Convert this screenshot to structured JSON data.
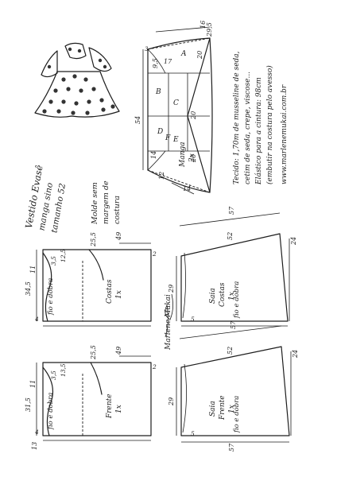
{
  "title": {
    "line1": "Vestido Evasê",
    "line2": "manga sino",
    "line3": "tamanho 52"
  },
  "mold_note": {
    "line1": "Molde sem",
    "line2": "margem de",
    "line3": "costura"
  },
  "materials": {
    "line1": "Tecido: 1,70m de musseline de seda,",
    "line2": "cetim de seda, crepe, viscose...",
    "line3": "Elástico para a cintura: 98cm",
    "line4": "(embutir na costura pelo avesso)",
    "line5": "www.marlenemukai.com.br"
  },
  "sleeve": {
    "name": "Manga",
    "qty": "2x",
    "letters": [
      "A",
      "B",
      "C",
      "D",
      "E",
      "F"
    ],
    "dims": [
      "29,5",
      "20",
      "9,5",
      "17",
      "54",
      "20",
      "20",
      "14",
      "12",
      "14",
      "16",
      "3"
    ]
  },
  "back_bodice": {
    "name": "Costas",
    "qty": "1x",
    "fold": "fio e dobra",
    "dims": [
      "49",
      "25,5",
      "12,5",
      "11",
      "3,5",
      "34,5",
      "4",
      "2"
    ]
  },
  "front_bodice": {
    "name": "Frente",
    "qty": "1x",
    "fold": "fio e dobra",
    "dims": [
      "49",
      "25,5",
      "31,5",
      "13,5",
      "11",
      "3,5",
      "4",
      "13",
      "2"
    ]
  },
  "back_skirt": {
    "name": "Saia",
    "sub": "Costas",
    "qty": "1x",
    "fold": "fio e dobra",
    "dims": [
      "57",
      "52",
      "29",
      "24",
      "5"
    ]
  },
  "front_skirt": {
    "name": "Saia",
    "sub": "Frente",
    "qty": "1x",
    "fold": "fio e dobra",
    "dims": [
      "57",
      "52",
      "29",
      "24",
      "5",
      "57"
    ]
  },
  "signature": "Marlene Mukai"
}
